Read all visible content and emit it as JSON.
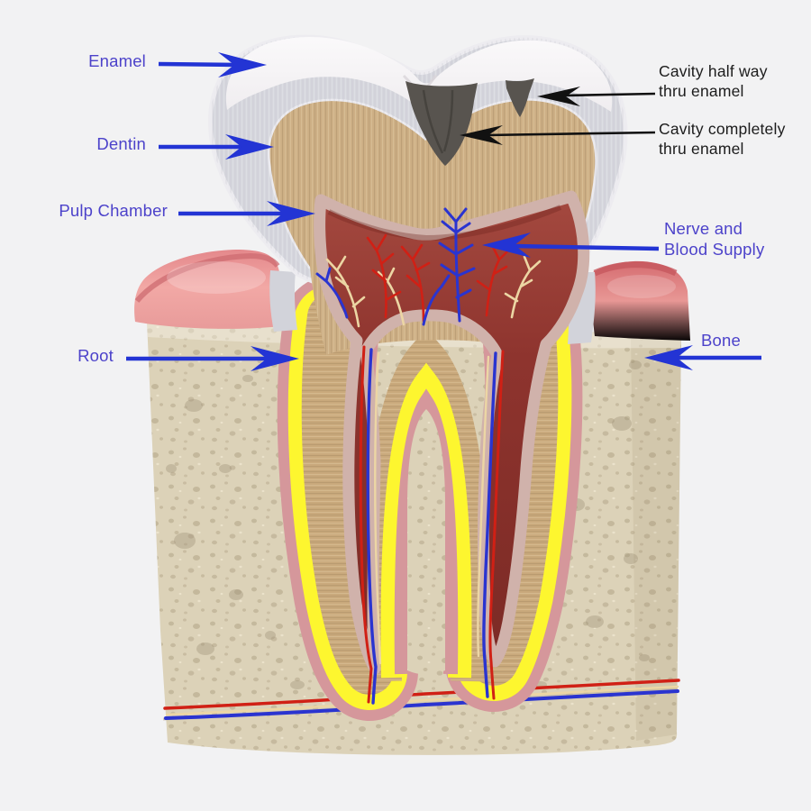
{
  "diagram": {
    "subject": "tooth-cross-section",
    "labels": {
      "enamel": {
        "text": "Enamel"
      },
      "dentin": {
        "text": "Dentin"
      },
      "pulp_chamber": {
        "text": "Pulp Chamber"
      },
      "root": {
        "text": "Root"
      },
      "bone": {
        "text": "Bone"
      },
      "nerve_blood": {
        "line1": "Nerve and",
        "line2": "Blood Supply"
      },
      "cavity_half": {
        "line1": "Cavity half way",
        "line2": "thru enamel"
      },
      "cavity_full": {
        "line1": "Cavity completely",
        "line2": "thru enamel"
      }
    },
    "palette": {
      "label_blue": "#4c42ca",
      "arrow_blue": "#2334d4",
      "label_black": "#1c1c1c",
      "arrow_black": "#111111",
      "enamel_gray": "#d6d7dd",
      "enamel_white": "#f7f5f6",
      "dentin_tan": "#cdaf85",
      "pulp_red": "#8e362f",
      "pulp_lining_pink": "#d0b2ab",
      "cementum_yellow": "#fdf62f",
      "ligament_pink": "#d5979b",
      "bone_beige": "#dcd2b8",
      "gum_pink": "#ee9d9d",
      "vessel_red": "#d02015",
      "vessel_blue": "#2a34d0",
      "nerve_cream": "#ecd6a4",
      "cavity_gray": "#58544f",
      "background": "#f2f2f3"
    }
  }
}
